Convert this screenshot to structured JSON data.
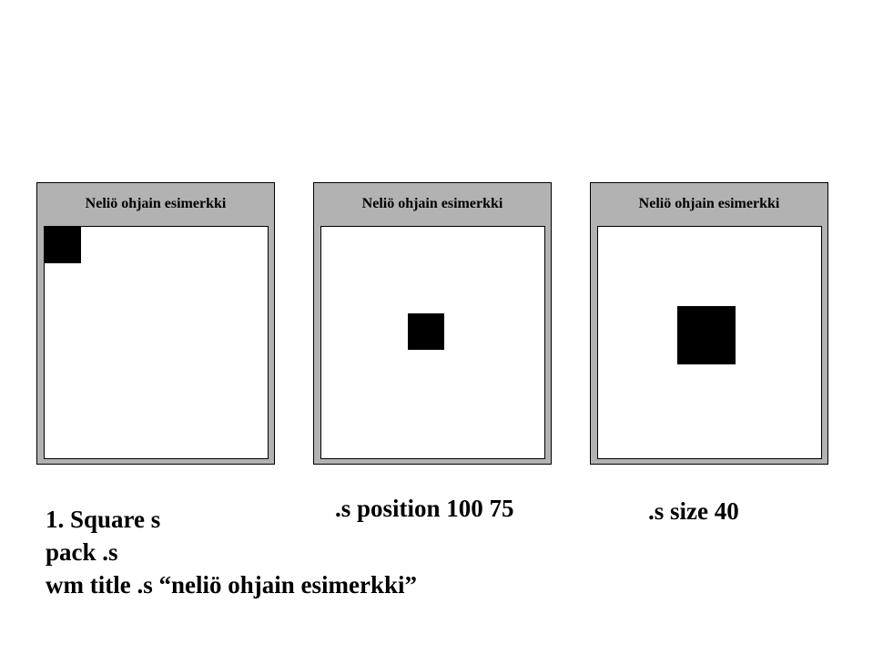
{
  "windows": [
    {
      "title": "Neliö ohjain esimerkki"
    },
    {
      "title": "Neliö ohjain esimerkki"
    },
    {
      "title": "Neliö ohjain esimerkki"
    }
  ],
  "captions": {
    "step1": {
      "lines": [
        "1. Square s",
        "pack .s",
        "wm title .s “neliö ohjain esimerkki”"
      ]
    },
    "step2": ".s position 100 75",
    "step3": ".s size 40"
  }
}
